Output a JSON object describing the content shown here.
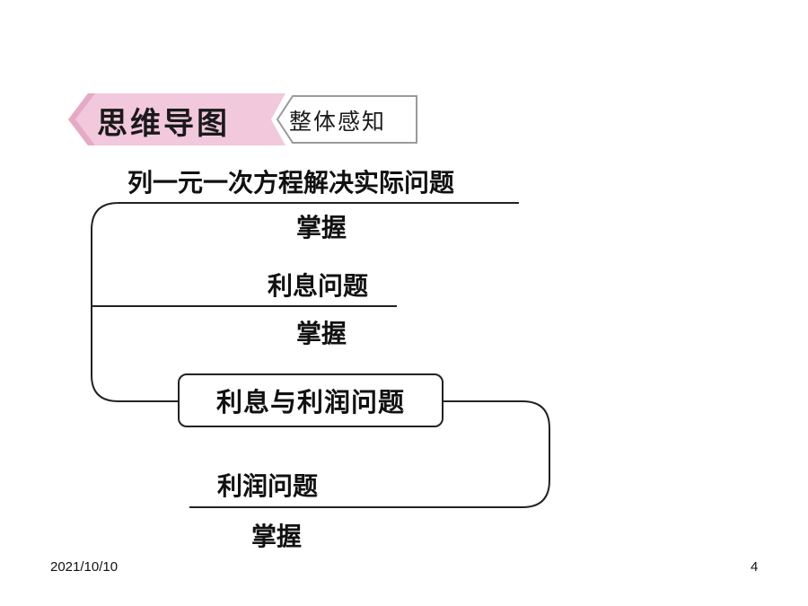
{
  "header": {
    "title": "思维导图",
    "subtitle": "整体感知",
    "colors": {
      "banner_pink": "#f2c8dc",
      "banner_pink_dark": "#e6a9c6",
      "tag_border": "#999999"
    }
  },
  "diagram": {
    "center": "利息与利润问题",
    "branches": [
      {
        "label": "列一元一次方程解决实际问题",
        "sublabel": "掌握"
      },
      {
        "label": "利息问题",
        "sublabel": "掌握"
      },
      {
        "label": "利润问题",
        "sublabel": "掌握"
      }
    ]
  },
  "footer": {
    "date": "2021/10/10",
    "page": "4"
  }
}
